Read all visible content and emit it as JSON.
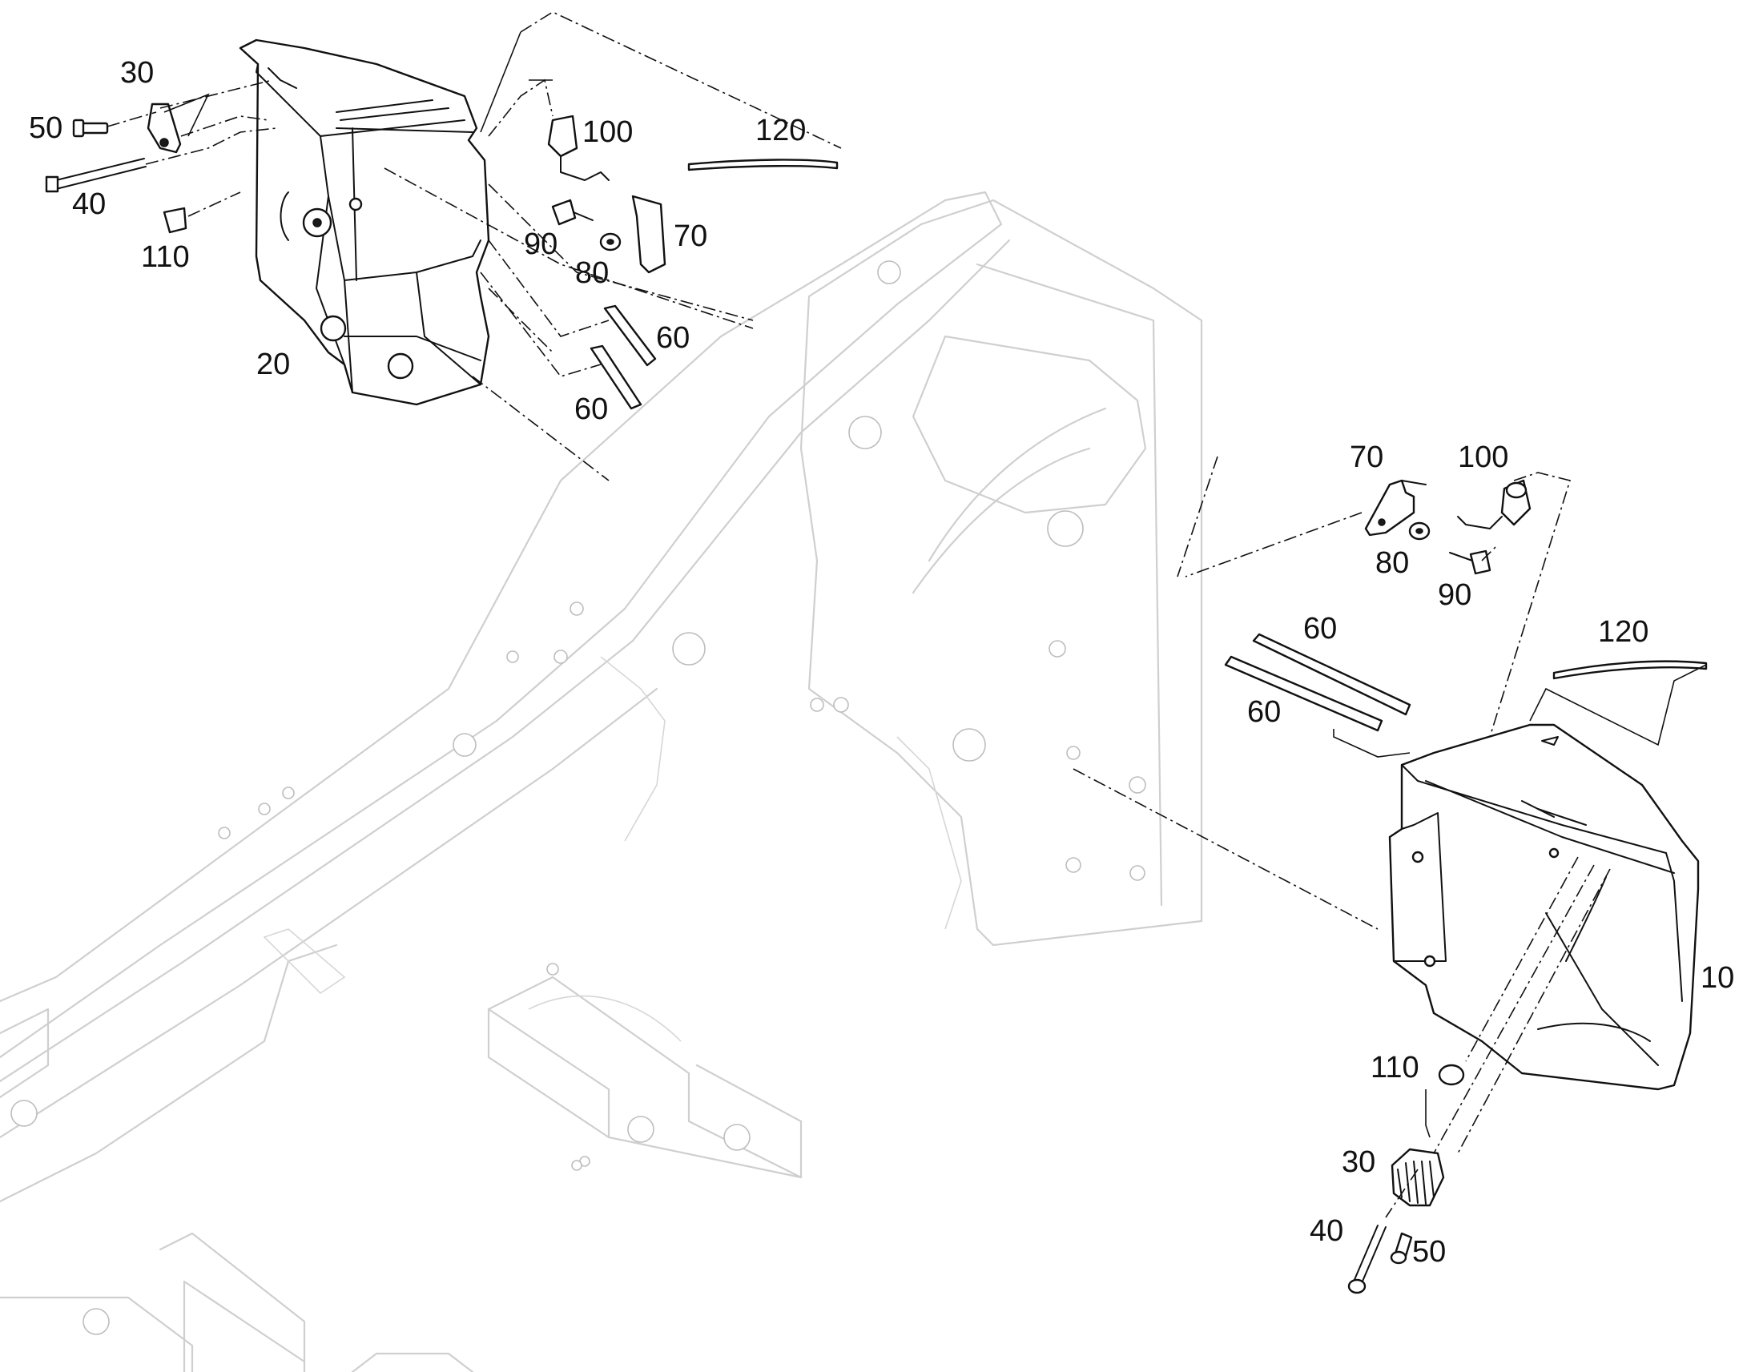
{
  "callouts": {
    "left": {
      "item_30": "30",
      "item_50": "50",
      "item_40": "40",
      "item_110": "110",
      "item_20": "20",
      "item_100": "100",
      "item_120": "120",
      "item_90": "90",
      "item_80": "80",
      "item_70": "70",
      "item_60_upper": "60",
      "item_60_lower": "60"
    },
    "right": {
      "item_70": "70",
      "item_100": "100",
      "item_80": "80",
      "item_90": "90",
      "item_60_upper": "60",
      "item_60_lower": "60",
      "item_120": "120",
      "item_10": "10",
      "item_110": "110",
      "item_30": "30",
      "item_40": "40",
      "item_50": "50"
    }
  },
  "colors": {
    "part_stroke": "#111111",
    "frame_stroke": "#cfcfcf",
    "background": "#ffffff"
  }
}
